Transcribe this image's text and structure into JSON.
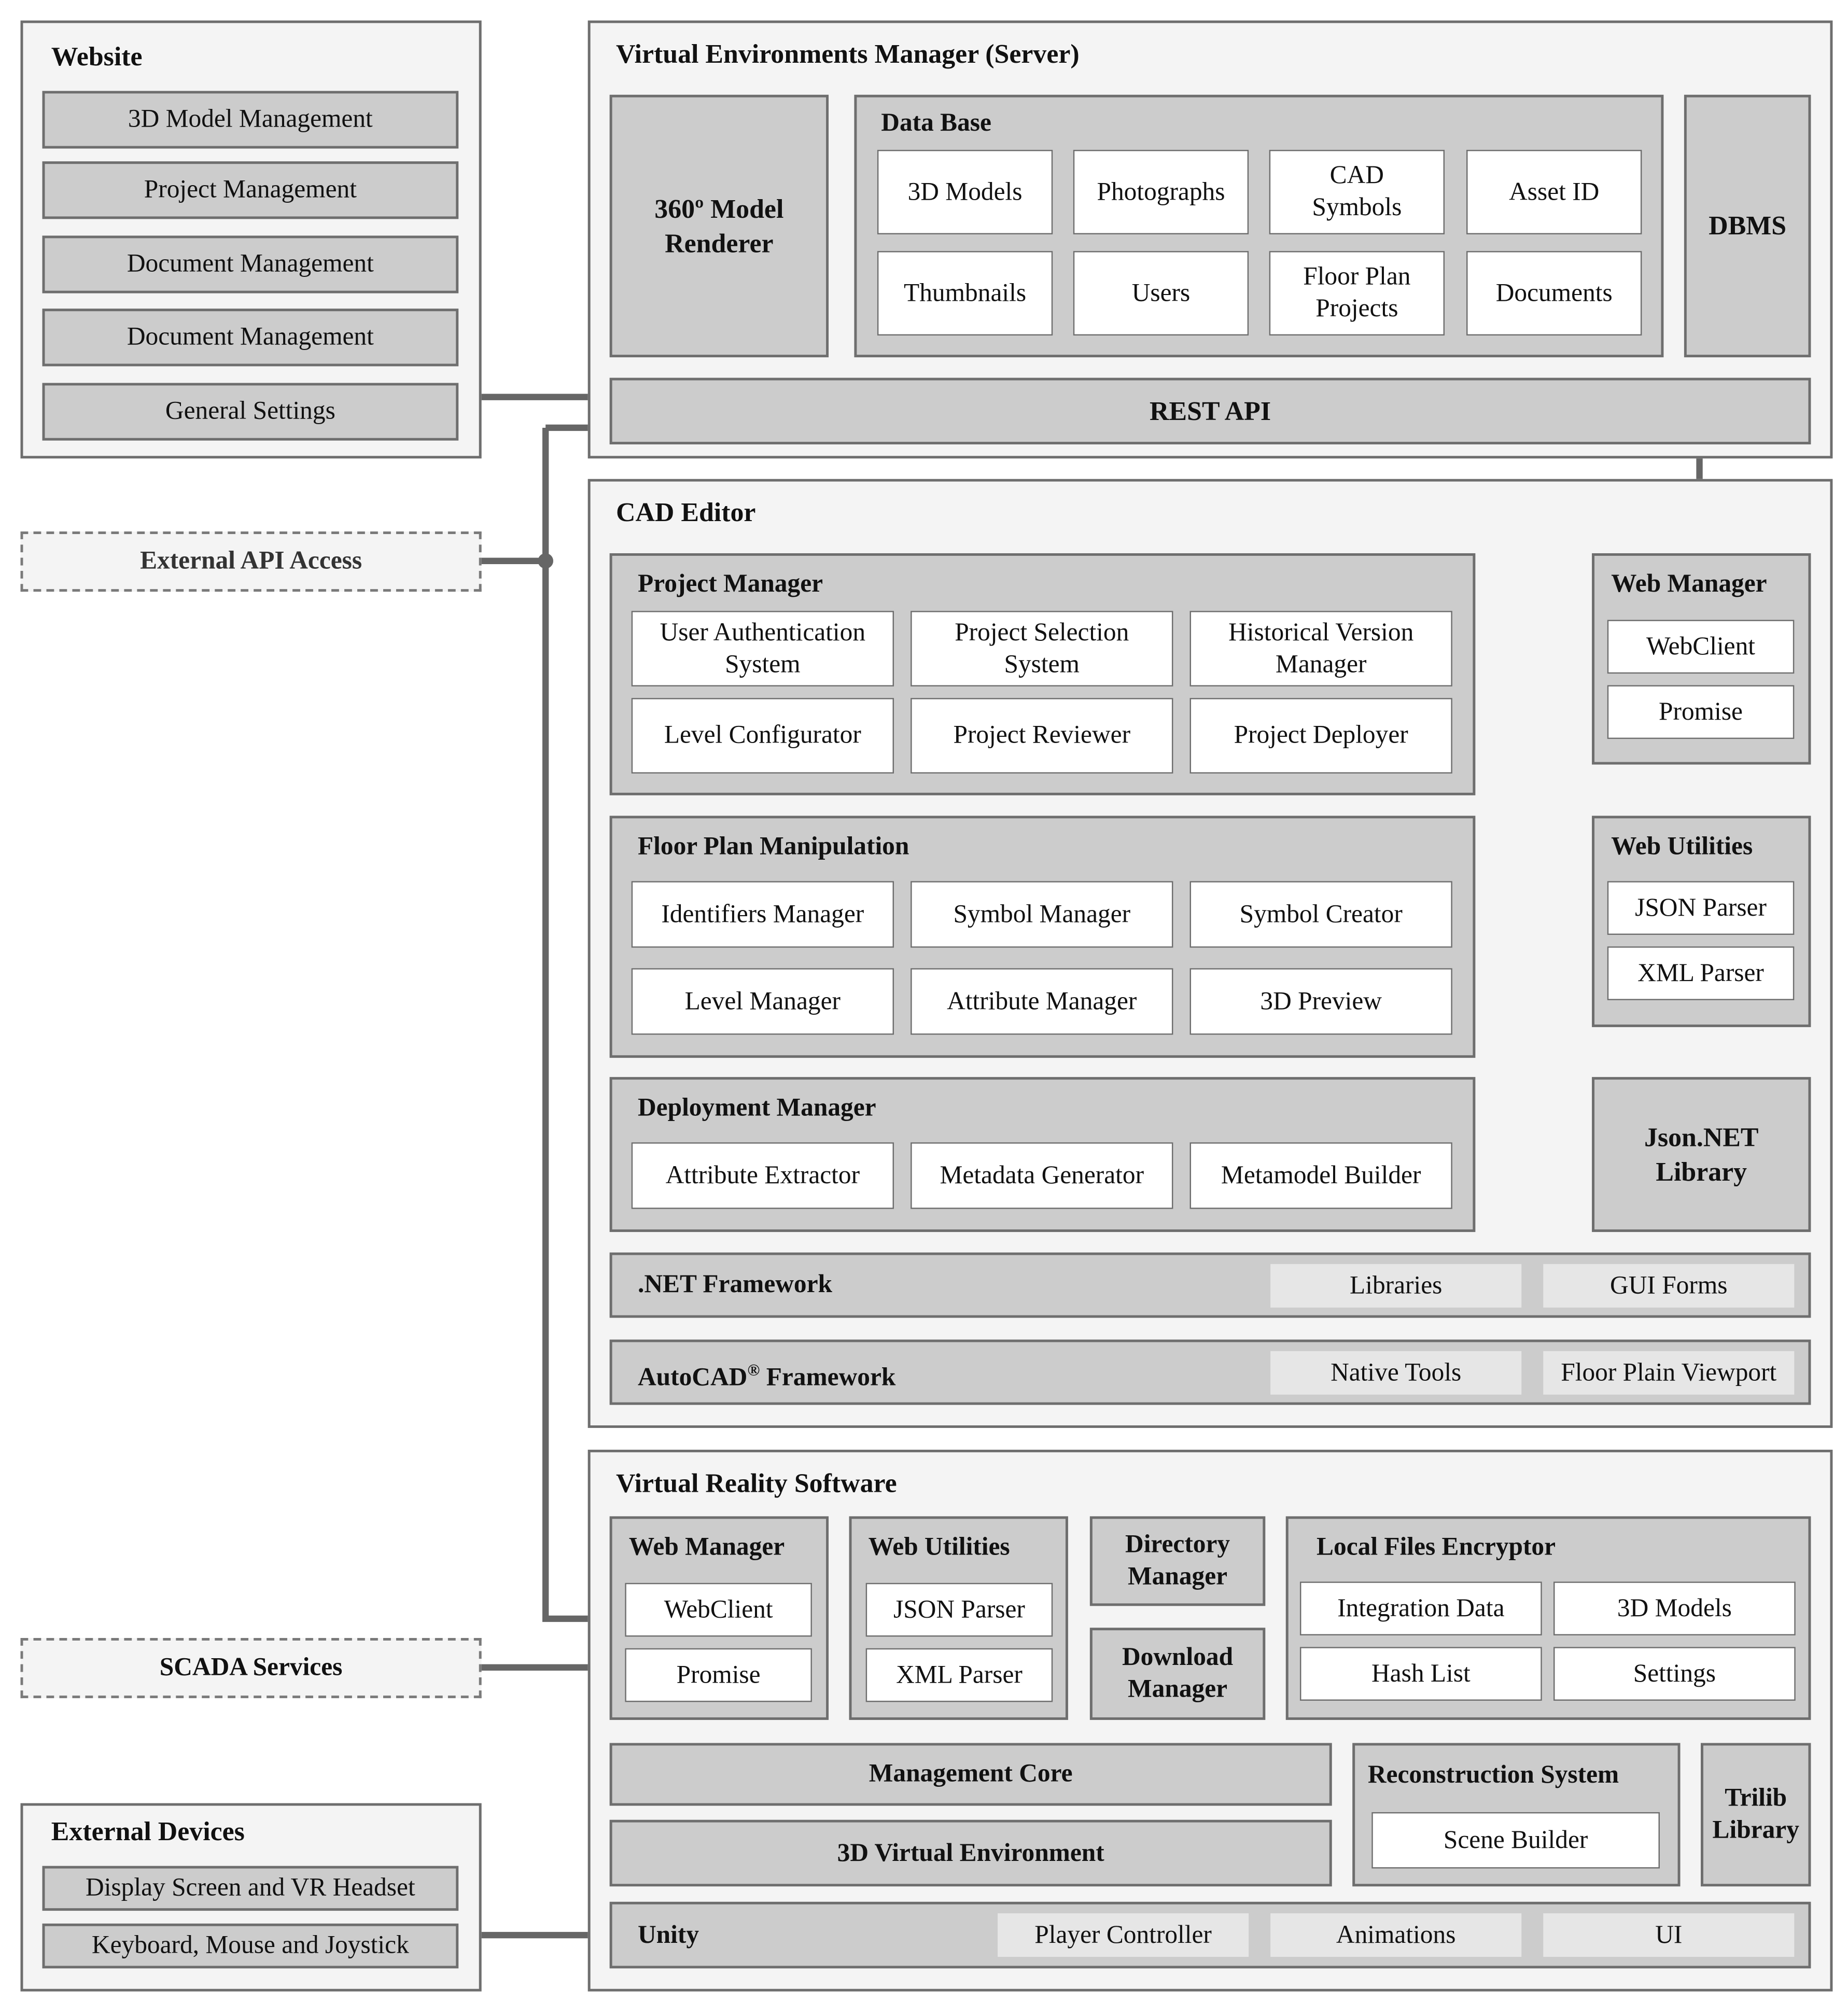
{
  "website": {
    "title": "Website",
    "items": [
      "3D Model Management",
      "Project Management",
      "Document Management",
      "Document Management",
      "General Settings"
    ]
  },
  "external_api": "External API Access",
  "scada": "SCADA Services",
  "external_devices": {
    "title": "External Devices",
    "items": [
      "Display Screen and VR Headset",
      "Keyboard, Mouse and Joystick"
    ]
  },
  "vem": {
    "title": "Virtual Environments Manager (Server)",
    "renderer": "360º Model\nRenderer",
    "database": {
      "title": "Data Base",
      "items": [
        "3D Models",
        "Photographs",
        "CAD\nSymbols",
        "Asset ID",
        "Thumbnails",
        "Users",
        "Floor Plan\nProjects",
        "Documents"
      ]
    },
    "dbms": "DBMS",
    "rest_api": "REST API"
  },
  "cad": {
    "title": "CAD Editor",
    "project_manager": {
      "title": "Project Manager",
      "items": [
        "User Authentication\nSystem",
        "Project Selection\nSystem",
        "Historical Version\nManager",
        "Level Configurator",
        "Project Reviewer",
        "Project Deployer"
      ]
    },
    "floor_plan": {
      "title": "Floor Plan Manipulation",
      "items": [
        "Identifiers Manager",
        "Symbol Manager",
        "Symbol Creator",
        "Level Manager",
        "Attribute Manager",
        "3D Preview"
      ]
    },
    "deployment": {
      "title": "Deployment Manager",
      "items": [
        "Attribute Extractor",
        "Metadata Generator",
        "Metamodel Builder"
      ]
    },
    "web_manager": {
      "title": "Web Manager",
      "items": [
        "WebClient",
        "Promise"
      ]
    },
    "web_utilities": {
      "title": "Web Utilities",
      "items": [
        "JSON Parser",
        "XML Parser"
      ]
    },
    "json_lib": "Json.NET\nLibrary",
    "net": {
      "title": ".NET Framework",
      "items": [
        "Libraries",
        "GUI Forms"
      ]
    },
    "autocad": {
      "title_main": "AutoCAD",
      "title_sup": "®",
      "title_rest": " Framework",
      "items": [
        "Native Tools",
        "Floor Plain Viewport"
      ]
    }
  },
  "vr": {
    "title": "Virtual Reality Software",
    "web_manager": {
      "title": "Web Manager",
      "items": [
        "WebClient",
        "Promise"
      ]
    },
    "web_utilities": {
      "title": "Web Utilities",
      "items": [
        "JSON Parser",
        "XML Parser"
      ]
    },
    "directory_manager": "Directory\nManager",
    "download_manager": "Download\nManager",
    "encryptor": {
      "title": "Local Files Encryptor",
      "items": [
        "Integration Data",
        "3D Models",
        "Hash List",
        "Settings"
      ]
    },
    "management_core": "Management Core",
    "virtual_env": "3D Virtual Environment",
    "reconstruction": {
      "title": "Reconstruction System",
      "item": "Scene Builder"
    },
    "trilib": "Trilib\nLibrary",
    "unity": {
      "title": "Unity",
      "items": [
        "Player Controller",
        "Animations",
        "UI"
      ]
    }
  },
  "colors": {
    "panel": "#f4f4f4",
    "module": "#cccccc",
    "component": "#ffffff",
    "connector": "#666666"
  }
}
